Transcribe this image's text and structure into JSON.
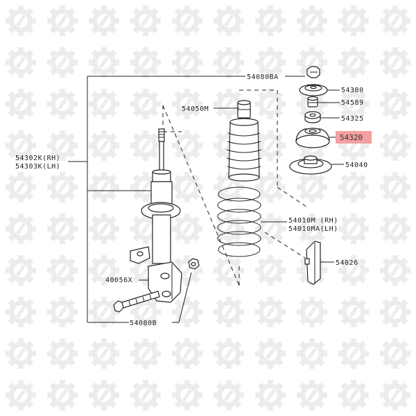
{
  "labels": {
    "p54080BA": "54080BA",
    "p54380": "54380",
    "p54589": "54589",
    "p54325": "54325",
    "p54320": "54320",
    "p54040": "54040",
    "p54050M": "54050M",
    "p54302K": "54302K(RH)",
    "p54303K": "54303K(LH)",
    "p54010M": "54010M  (RH)",
    "p54010MA": "54010MA(LH)",
    "p54026": "54026",
    "p40056X": "40056X",
    "p54080B": "54080B"
  },
  "colors": {
    "line": "#222222",
    "highlight_fill": "#f4a0a0",
    "highlight_text": "#333333",
    "watermark": "#ececec"
  },
  "highlighted_part": "54320",
  "watermark_icon": "gear-wrench-icon"
}
